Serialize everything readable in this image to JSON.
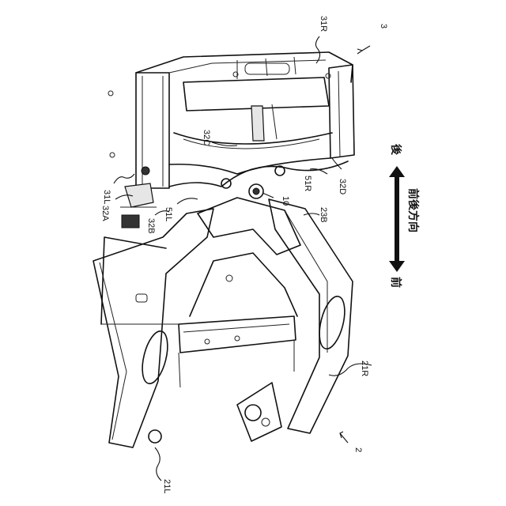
{
  "reference_numerals": {
    "frame_front": "2",
    "frame_rear": "3",
    "rear_right_member": "31R",
    "rear_left_member": "31L",
    "rear_plate_A": "32A",
    "rear_plate_B": "32B",
    "rear_plate_C": "32C",
    "rear_plate_D": "32D",
    "front_right_rail": "21R",
    "front_left_rail": "21L",
    "front_plate_B": "23B",
    "left_hinge": "51L",
    "right_hinge": "51R",
    "pin": "10"
  },
  "direction_legend": {
    "front": "前",
    "rear": "後",
    "axis_label": "前後方向"
  },
  "colors": {
    "ink": "#111111",
    "paper": "#ffffff",
    "shade": "#e6e6e6"
  }
}
